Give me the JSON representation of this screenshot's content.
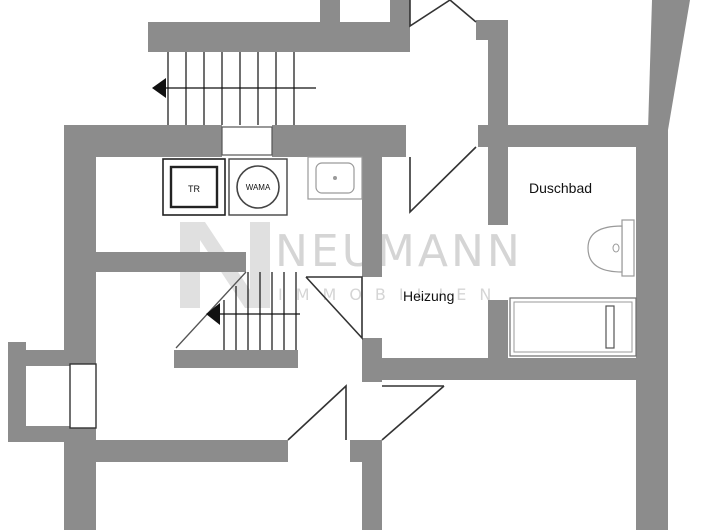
{
  "rooms": {
    "duschbad": "Duschbad",
    "heizung": "Heizung"
  },
  "appliances": {
    "dryer": "TR",
    "washer": "WAMA"
  },
  "watermark": {
    "primary": "NEUMANN",
    "secondary": "IMMOBILIEN",
    "color": "#c7c7c7"
  },
  "colors": {
    "wall": "#8c8c8c",
    "background": "#ffffff"
  },
  "icons": {
    "stair_arrow": "arrow-left-icon",
    "sink": "sink-icon",
    "toilet": "toilet-icon",
    "shower": "shower-tray-icon",
    "door": "door-swing-icon"
  }
}
